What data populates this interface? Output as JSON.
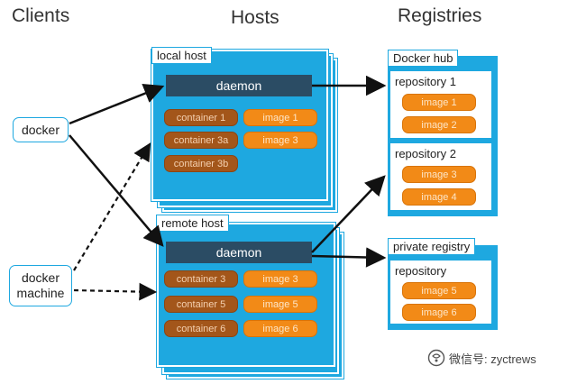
{
  "columns": {
    "clients": "Clients",
    "hosts": "Hosts",
    "registries": "Registries"
  },
  "clients": {
    "docker": "docker",
    "docker_machine": [
      "docker",
      "machine"
    ]
  },
  "local_host": {
    "label": "local host",
    "daemon": "daemon",
    "containers": [
      "container 1",
      "container 3a",
      "container 3b"
    ],
    "images": [
      "image 1",
      "image 3"
    ]
  },
  "remote_host": {
    "label": "remote host",
    "daemon": "daemon",
    "containers": [
      "container 3",
      "container 5",
      "container 6"
    ],
    "images": [
      "image 3",
      "image 5",
      "image 6"
    ]
  },
  "docker_hub": {
    "label": "Docker hub",
    "repositories": [
      {
        "name": "repository 1",
        "images": [
          "image 1",
          "image 2"
        ]
      },
      {
        "name": "repository 2",
        "images": [
          "image 3",
          "image 4"
        ]
      }
    ]
  },
  "private_registry": {
    "label": "private registry",
    "repository": {
      "name": "repository",
      "images": [
        "image 5",
        "image 6"
      ]
    }
  },
  "watermark": "微信号: zyctrews",
  "colors": {
    "host_blue": "#1ea8e0",
    "daemon": "#2b4c64",
    "container": "#a3561a",
    "image": "#f28a17"
  }
}
